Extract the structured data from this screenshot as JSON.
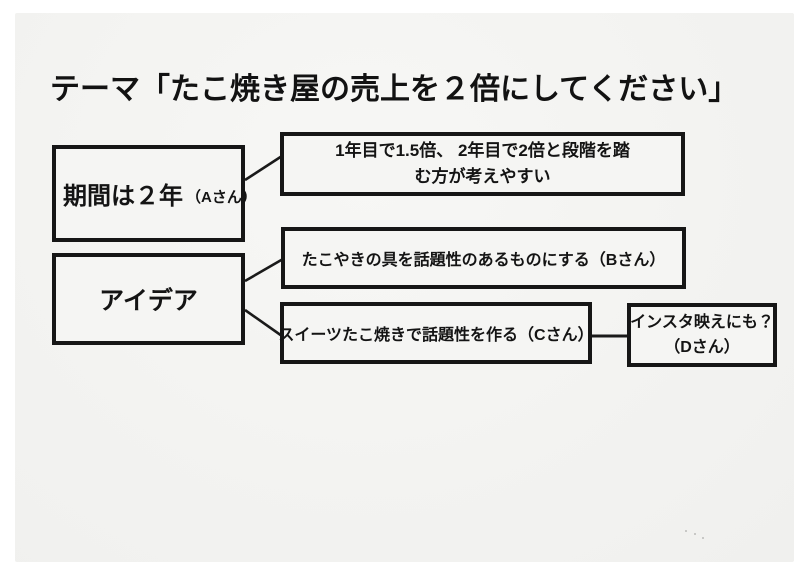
{
  "page": {
    "title": "テーマ「たこ焼き屋の売上を２倍にしてください」"
  },
  "nodes": {
    "period": {
      "label": "期間は２年",
      "author": "（Aさん）"
    },
    "step_plan": {
      "line1": "1年目で1.5倍、 2年目で2倍と段階を踏",
      "line2": "む方が考えやすい"
    },
    "idea": {
      "label": "アイデア"
    },
    "ingredient": {
      "label": "たこやきの具を話題性のあるものにする（Bさん）"
    },
    "sweets": {
      "label": "スイーツたこ焼きで話題性を作る（Cさん）"
    },
    "instagram": {
      "line1": "インスタ映えにも？",
      "line2": "（Dさん）"
    }
  },
  "colors": {
    "ink": "#1a1a1a",
    "paper": "#f4f4f2",
    "page_background": "#ffffff"
  }
}
